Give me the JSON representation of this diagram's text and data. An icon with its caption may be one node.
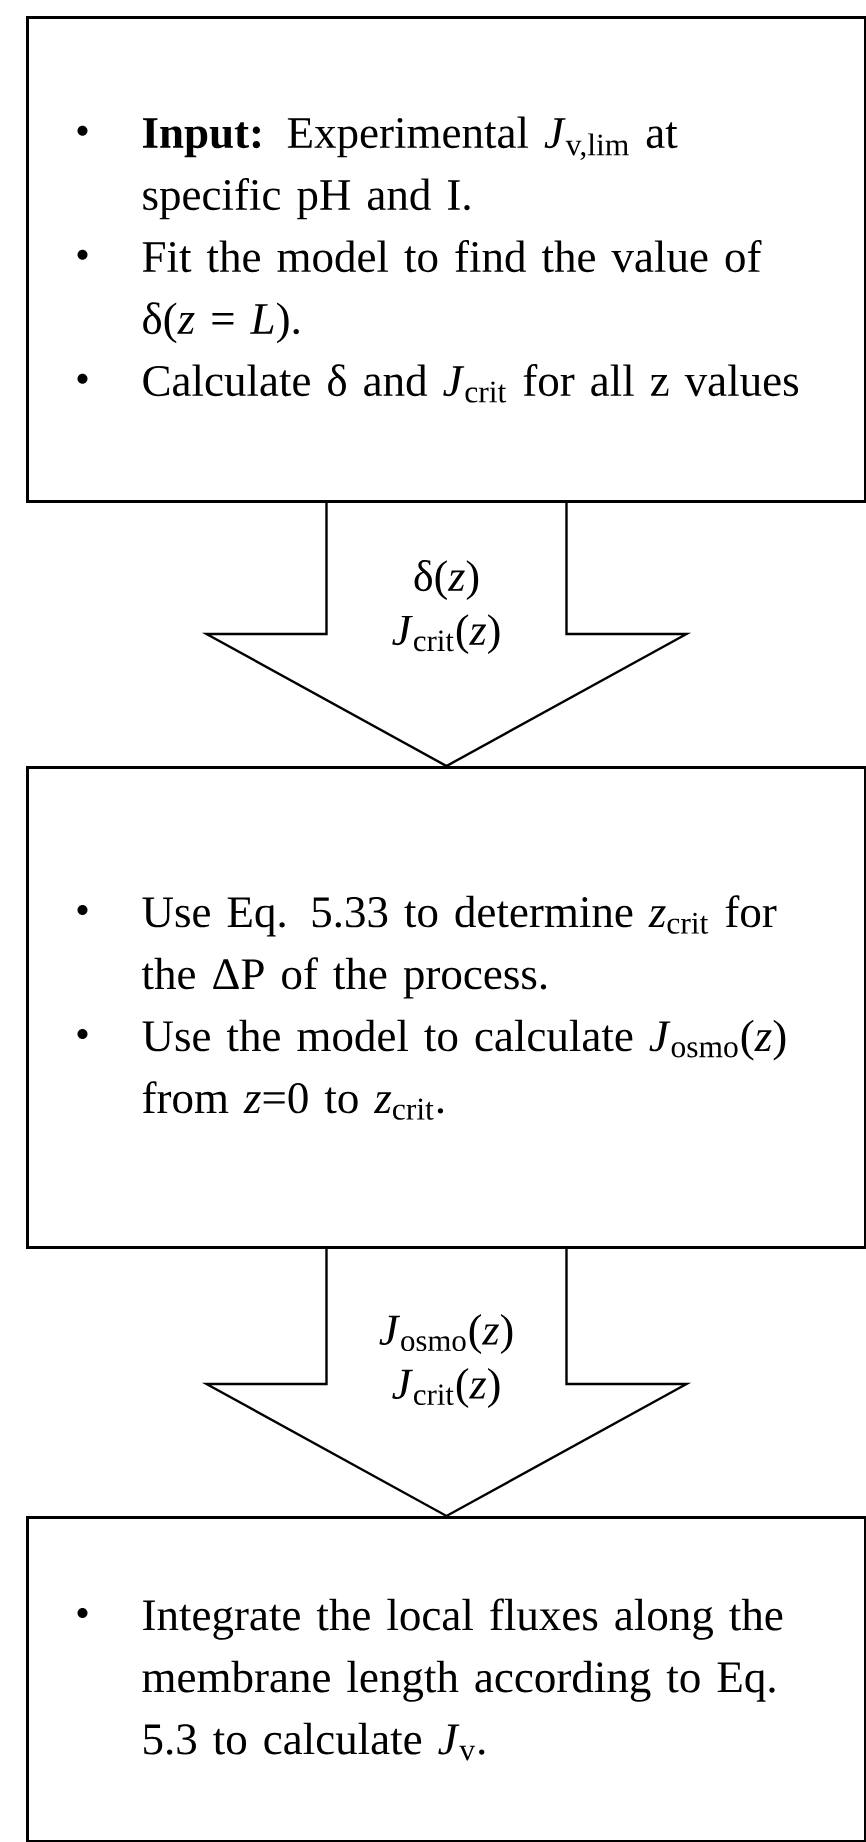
{
  "diagram": {
    "nodes": [
      {
        "text": [
          "**Input:** Experimental *J*$_{v,lim}$ at specific pH and I.",
          "Fit the model to find the value of δ(*z* = *L*).",
          "Calculate δ and *J*$_{crit}$ for all z values"
        ]
      },
      {
        "text": [
          "Use Eq. 5.33 to determine *z*$_{crit}$ for the ΔP of the process.",
          "Use the model to calculate *J*$_{osmo}$(*z*) from *z*=0 to *z*$_{crit}$."
        ]
      },
      {
        "text": [
          "Integrate the local fluxes along the membrane length according to Eq. 5.3 to calculate *J*$_{v}$."
        ]
      }
    ],
    "edges": [
      {
        "from": 0,
        "to": 1,
        "arrow": "to",
        "label": "δ(*z*) *J*$_{crit}$(*z*)"
      },
      {
        "from": 1,
        "to": 2,
        "arrow": "to",
        "label": "*J*$_{osmo}$(*z*) *J*$_{crit}$(*z*)"
      }
    ]
  }
}
